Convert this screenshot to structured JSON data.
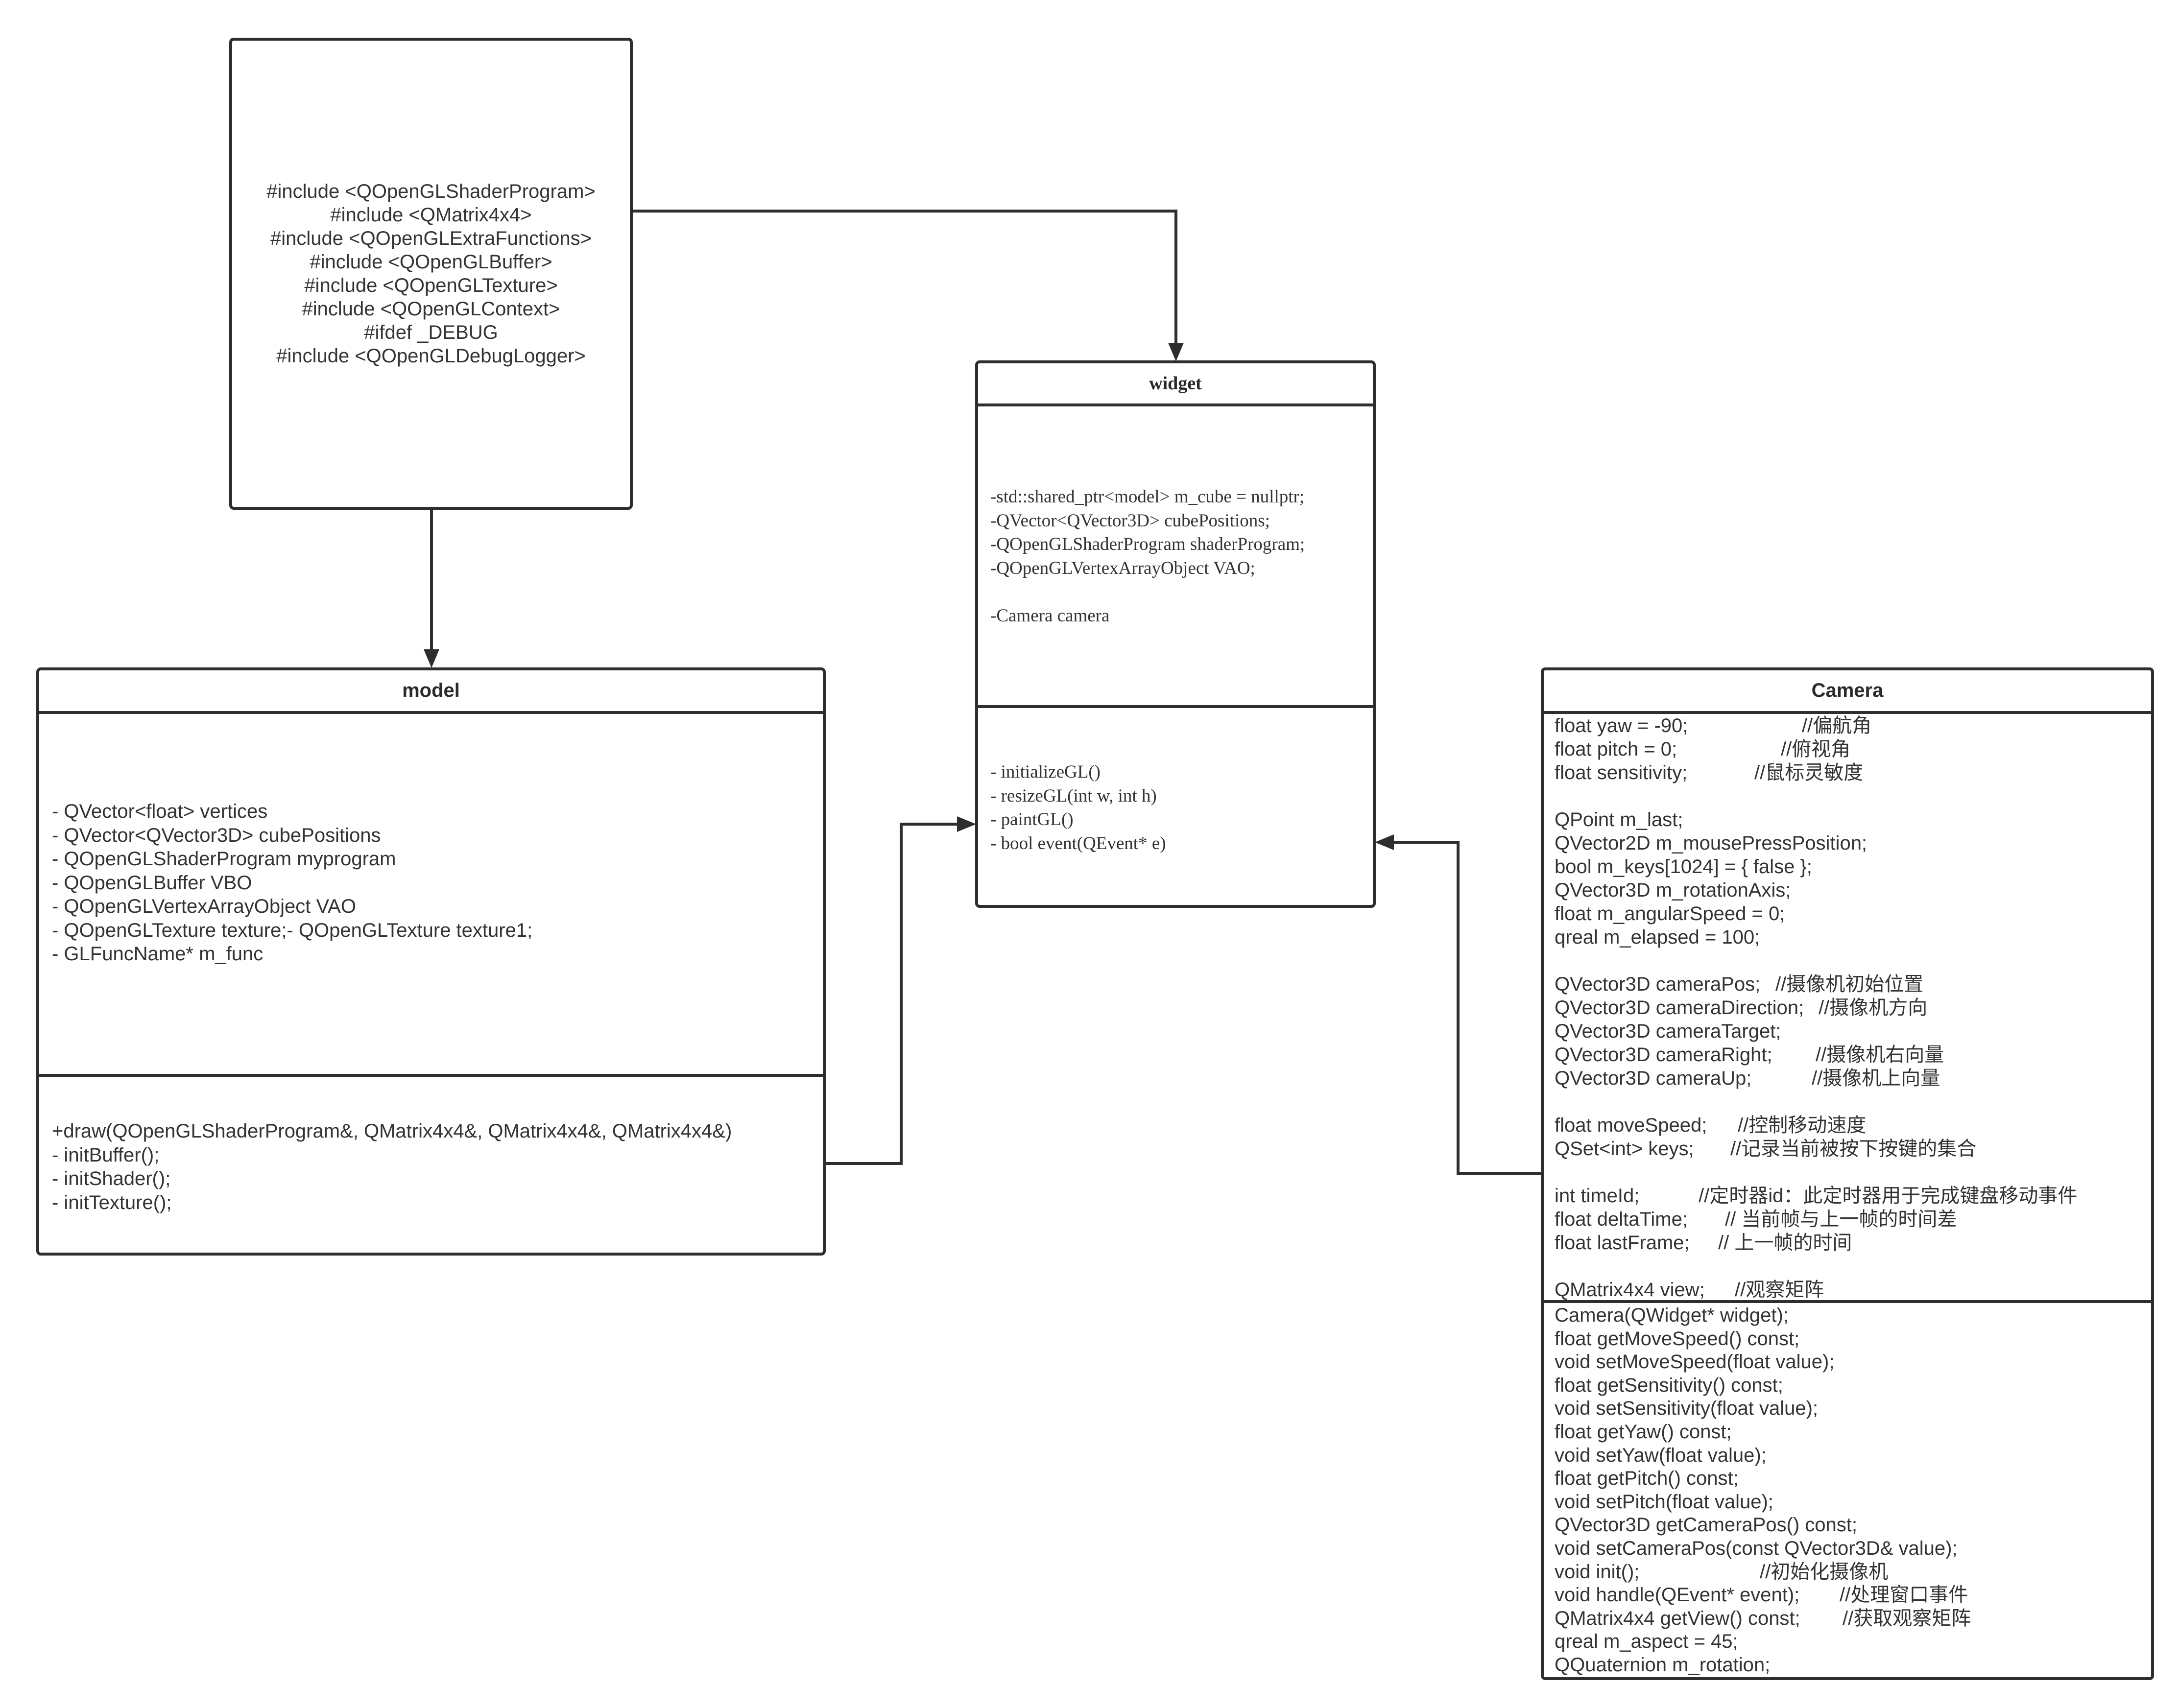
{
  "includes": {
    "lines": [
      "#include <QOpenGLShaderProgram>",
      "#include <QMatrix4x4>",
      "#include <QOpenGLExtraFunctions>",
      "#include <QOpenGLBuffer>",
      "#include <QOpenGLTexture>",
      "#include <QOpenGLContext>",
      "#ifdef _DEBUG",
      "#include <QOpenGLDebugLogger>"
    ]
  },
  "widget": {
    "title": "widget",
    "attributes": [
      "-std::shared_ptr<model> m_cube = nullptr;",
      "-QVector<QVector3D> cubePositions;",
      "-QOpenGLShaderProgram shaderProgram;",
      "-QOpenGLVertexArrayObject VAO;",
      "-Camera camera"
    ],
    "methods": [
      "- initializeGL()",
      "- resizeGL(int w, int h)",
      "- paintGL()",
      "- bool event(QEvent* e)"
    ]
  },
  "model": {
    "title": "model",
    "attributes": [
      "- QVector<float> vertices",
      "- QVector<QVector3D> cubePositions",
      "- QOpenGLShaderProgram myprogram",
      "- QOpenGLBuffer VBO",
      "- QOpenGLVertexArrayObject VAO",
      "- QOpenGLTexture texture;- QOpenGLTexture texture1;",
      "- GLFuncName* m_func"
    ],
    "methods": [
      "+draw(QOpenGLShaderProgram&, QMatrix4x4&, QMatrix4x4&, QMatrix4x4&)",
      "- initBuffer();",
      "- initShader();",
      "- initTexture();"
    ]
  },
  "camera": {
    "title": "Camera",
    "attributes": [
      {
        "code": "float yaw = -90;",
        "comment": "//偏航角"
      },
      {
        "code": "float pitch = 0;",
        "comment": "//俯视角"
      },
      {
        "code": "float sensitivity;",
        "comment": "//鼠标灵敏度"
      },
      {
        "code": "QPoint m_last;"
      },
      {
        "code": "QVector2D m_mousePressPosition;"
      },
      {
        "code": "bool m_keys[1024] = { false };"
      },
      {
        "code": "QVector3D m_rotationAxis;"
      },
      {
        "code": "float m_angularSpeed = 0;"
      },
      {
        "code": "qreal m_elapsed = 100;"
      },
      {
        "code": "QVector3D cameraPos;",
        "comment": "//摄像机初始位置"
      },
      {
        "code": "QVector3D cameraDirection;",
        "comment": "//摄像机方向"
      },
      {
        "code": "QVector3D cameraTarget;"
      },
      {
        "code": "QVector3D cameraRight;",
        "comment": "//摄像机右向量"
      },
      {
        "code": "QVector3D cameraUp;",
        "comment": "//摄像机上向量"
      },
      {
        "code": "float moveSpeed;",
        "comment": "//控制移动速度"
      },
      {
        "code": "QSet<int> keys;",
        "comment": "//记录当前被按下按键的集合"
      },
      {
        "code": "int timeId;",
        "comment": "//定时器id：此定时器用于完成键盘移动事件"
      },
      {
        "code": "float deltaTime;",
        "comment": "// 当前帧与上一帧的时间差"
      },
      {
        "code": "float lastFrame;",
        "comment": "// 上一帧的时间"
      },
      {
        "code": "QMatrix4x4 view;",
        "comment": "//观察矩阵"
      }
    ],
    "methods": [
      {
        "code": "Camera(QWidget* widget);"
      },
      {
        "code": "float getMoveSpeed() const;"
      },
      {
        "code": "void setMoveSpeed(float value);"
      },
      {
        "code": "float getSensitivity() const;"
      },
      {
        "code": "void setSensitivity(float value);"
      },
      {
        "code": "float getYaw() const;"
      },
      {
        "code": "void setYaw(float value);"
      },
      {
        "code": "float getPitch() const;"
      },
      {
        "code": "void setPitch(float value);"
      },
      {
        "code": "QVector3D getCameraPos() const;"
      },
      {
        "code": "void setCameraPos(const QVector3D& value);"
      },
      {
        "code": "void init();",
        "comment": "//初始化摄像机"
      },
      {
        "code": "void handle(QEvent* event);",
        "comment": "//处理窗口事件"
      },
      {
        "code": "QMatrix4x4 getView() const;",
        "comment": "//获取观察矩阵"
      },
      {
        "code": "qreal m_aspect = 45;"
      },
      {
        "code": "QQuaternion m_rotation;"
      }
    ]
  },
  "colors": {
    "line": "#2e2e2e",
    "text": "#333333",
    "background": "#ffffff"
  }
}
